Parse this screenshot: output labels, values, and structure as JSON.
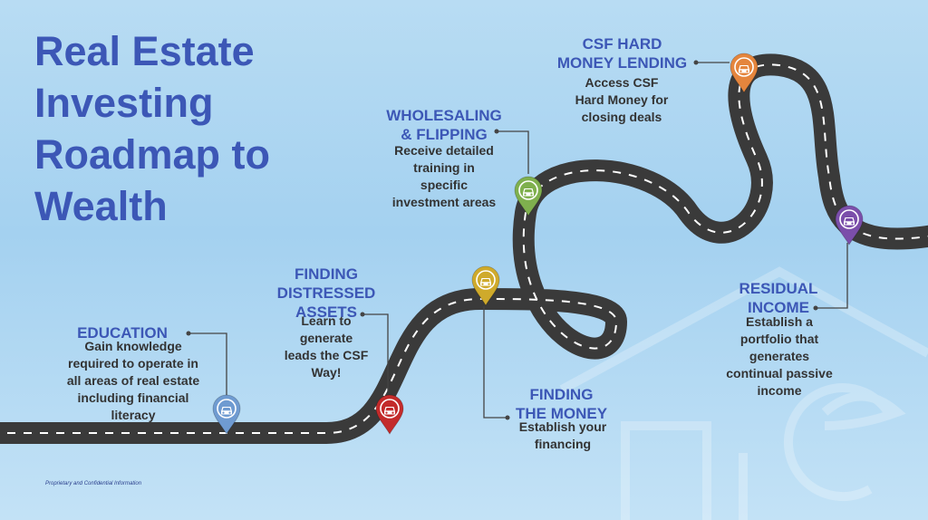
{
  "title": "Real Estate Investing Roadmap to Wealth",
  "footer": "Proprietary and Confidential Information",
  "colors": {
    "title": "#3c57b6",
    "road": "#3a3a3a",
    "lane": "#ffffff",
    "connector": "#444444",
    "background": "#aad5f1"
  },
  "stages": [
    {
      "title": "EDUCATION",
      "description": "Gain knowledge\nrequired to operate in\nall areas of real estate\nincluding financial\nliteracy",
      "pin_color": "#6f9bd1",
      "icon": "car-icon"
    },
    {
      "title": "FINDING\nDISTRESSED\nASSETS",
      "description": "Learn to\ngenerate\nleads the CSF\nWay!",
      "pin_color": "#c32b2b",
      "icon": "car-icon"
    },
    {
      "title": "FINDING\nTHE MONEY",
      "description": "Establish your\nfinancing",
      "pin_color": "#cfaa2b",
      "icon": "car-icon"
    },
    {
      "title": "WHOLESALING\n& FLIPPING",
      "description": "Receive detailed\ntraining in\nspecific\ninvestment areas",
      "pin_color": "#7fb04e",
      "icon": "car-icon"
    },
    {
      "title": "CSF HARD\nMONEY LENDING",
      "description": "Access CSF\nHard Money for\nclosing deals",
      "pin_color": "#e4853d",
      "icon": "car-icon"
    },
    {
      "title": "RESIDUAL\nINCOME",
      "description": "Establish a\nportfolio that\ngenerates\ncontinual passive\nincome",
      "pin_color": "#7b4eaa",
      "icon": "car-icon"
    }
  ]
}
